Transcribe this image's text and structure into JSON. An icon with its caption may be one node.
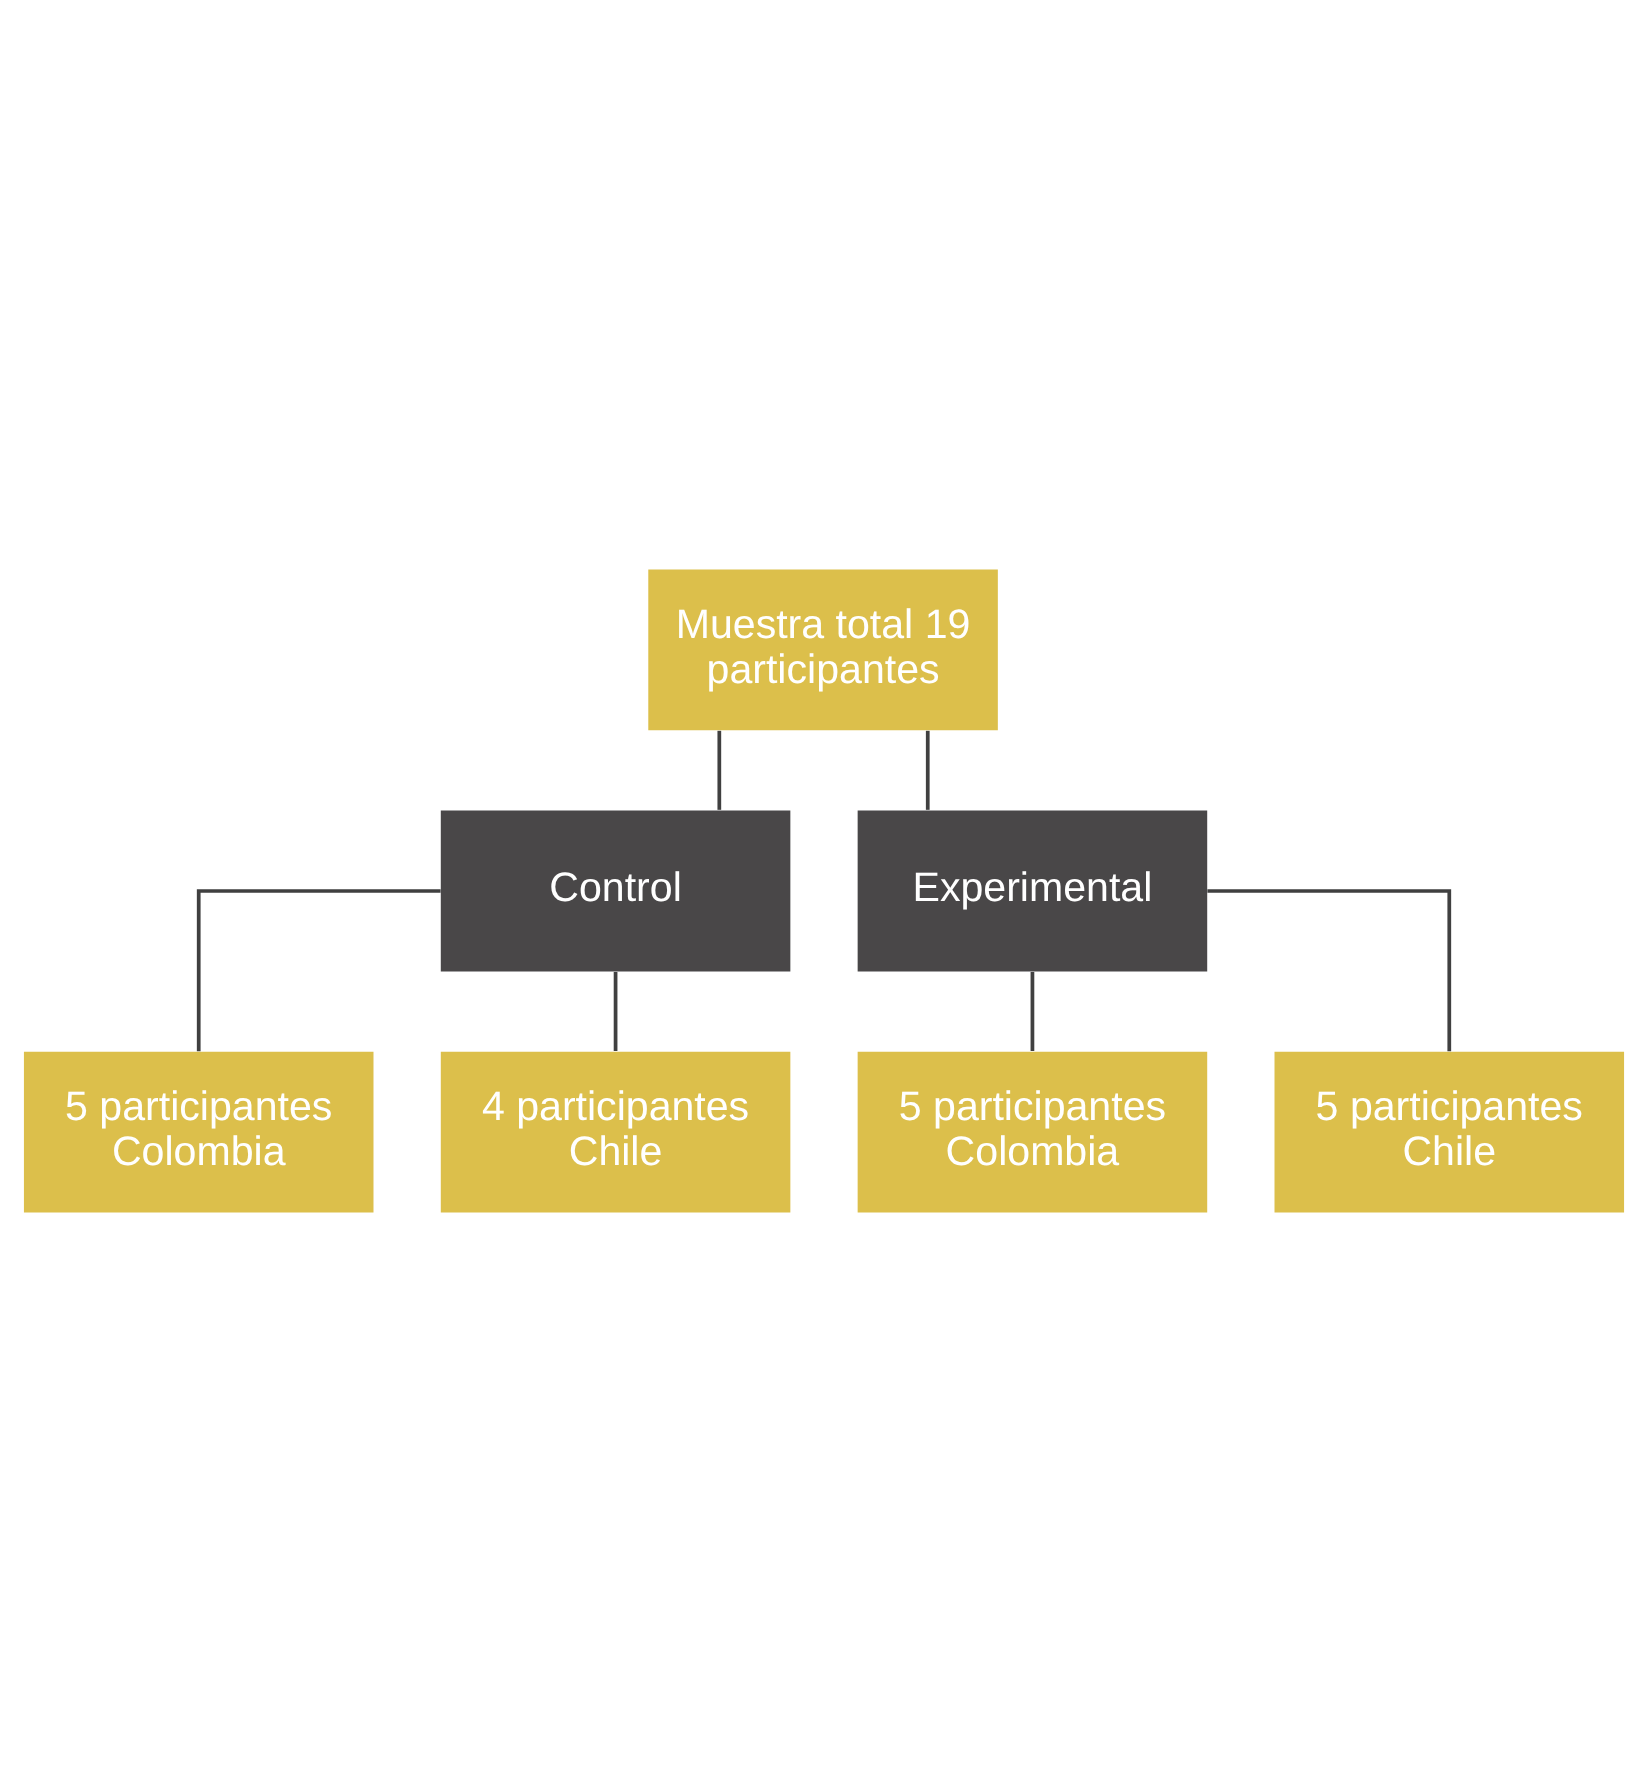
{
  "diagram": {
    "nodes": [
      {
        "text": [
          "Muestra total 19 participantes"
        ]
      },
      {
        "text": [
          "Control"
        ]
      },
      {
        "text": [
          "Experimental"
        ]
      },
      {
        "text": [
          "5 participantes Colombia"
        ]
      },
      {
        "text": [
          "4 participantes Chile"
        ]
      },
      {
        "text": [
          "5 participantes Colombia"
        ]
      },
      {
        "text": [
          "5 participantes Chile"
        ]
      }
    ],
    "edges": [
      {
        "from": 0,
        "to": 1,
        "arrow": "none"
      },
      {
        "from": 0,
        "to": 2,
        "arrow": "none"
      },
      {
        "from": 1,
        "to": 3,
        "arrow": "none"
      },
      {
        "from": 1,
        "to": 4,
        "arrow": "none"
      },
      {
        "from": 2,
        "to": 5,
        "arrow": "none"
      },
      {
        "from": 2,
        "to": 6,
        "arrow": "none"
      }
    ]
  }
}
